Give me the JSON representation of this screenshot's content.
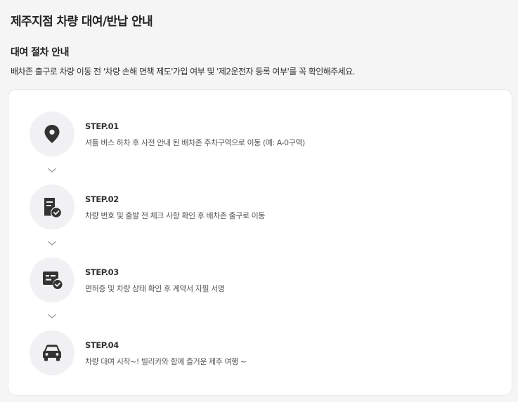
{
  "header": {
    "title": "제주지점 차량 대여/반납 안내"
  },
  "section": {
    "title": "대여 절차 안내",
    "description": "배차존 출구로 차량 이동 전 '차량 손해 면책 제도'가입 여부 및 '제2운전자 등록 여부'를 꼭 확인해주세요."
  },
  "colors": {
    "icon": "#333333",
    "circle_bg": "#f1f1f3",
    "chevron": "#9a9a9e"
  },
  "steps": [
    {
      "label": "STEP.01",
      "description": "셔틀 버스 하차 후 사전 안내 된 배차존 주차구역으로 이동 (예: A-0구역)",
      "icon": "location-pin-icon"
    },
    {
      "label": "STEP.02",
      "description": "차량 번호 및 출발 전 체크 사항 확인 후 배차존 출구로 이동",
      "icon": "checklist-document-icon"
    },
    {
      "label": "STEP.03",
      "description": "면허증 및 차량 상태 확인 후 계약서 자필 서명",
      "icon": "id-card-check-icon"
    },
    {
      "label": "STEP.04",
      "description": "차량 대여 시작~! 빌리카와 함께 즐거운 제주 여행 ~",
      "icon": "car-icon"
    }
  ]
}
